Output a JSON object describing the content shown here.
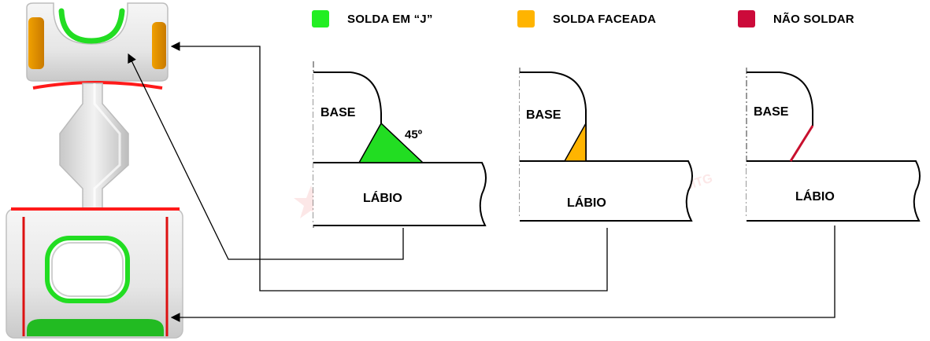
{
  "legend": [
    {
      "label": "SOLDA EM “J”",
      "color": "#22ee22"
    },
    {
      "label": "SOLDA FACEADA",
      "color": "#ffb400"
    },
    {
      "label": "NÃO SOLDAR",
      "color": "#cc0a3a"
    }
  ],
  "details": [
    {
      "base_label": "BASE",
      "lip_label": "LÁBIO",
      "angle_label": "45º",
      "weld": "SOLDA EM “J”"
    },
    {
      "base_label": "BASE",
      "lip_label": "LÁBIO",
      "weld": "SOLDA FACEADA"
    },
    {
      "base_label": "BASE",
      "lip_label": "LÁBIO",
      "weld": "NÃO SOLDAR"
    }
  ],
  "watermark": "MTG",
  "colors": {
    "green": "#22ee22",
    "orange": "#ffb400",
    "red_line": "#ff1a1a",
    "dark_red": "#c8102e"
  }
}
